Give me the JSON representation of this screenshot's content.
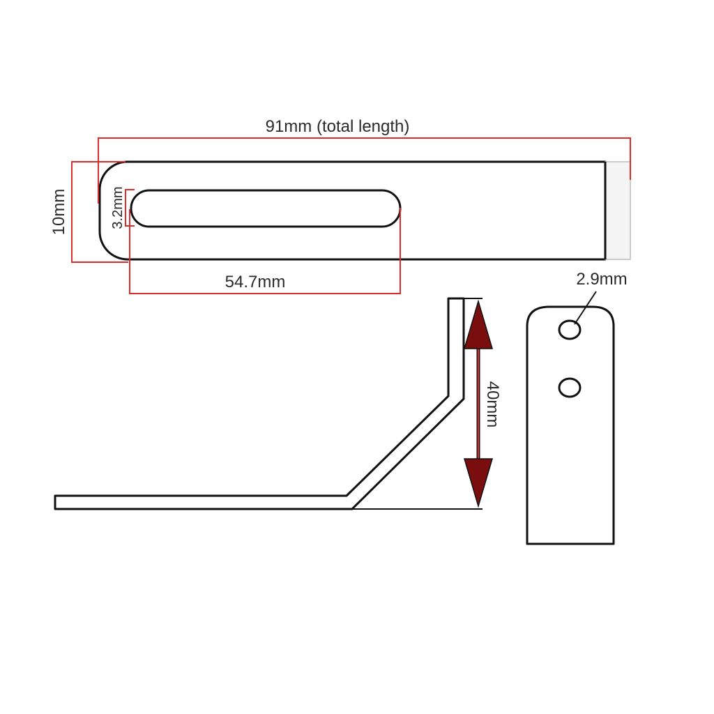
{
  "dimensions": {
    "total_length": "91mm (total length)",
    "width": "10mm",
    "slot_width": "3.2mm",
    "slot_length": "54.7mm",
    "hole_diameter": "2.9mm",
    "height": "40mm"
  },
  "colors": {
    "outline": "#111111",
    "dimension_line": "#e02b2b",
    "arrow": "#7a0d0d",
    "text": "#2a2a2a",
    "background": "#ffffff"
  }
}
